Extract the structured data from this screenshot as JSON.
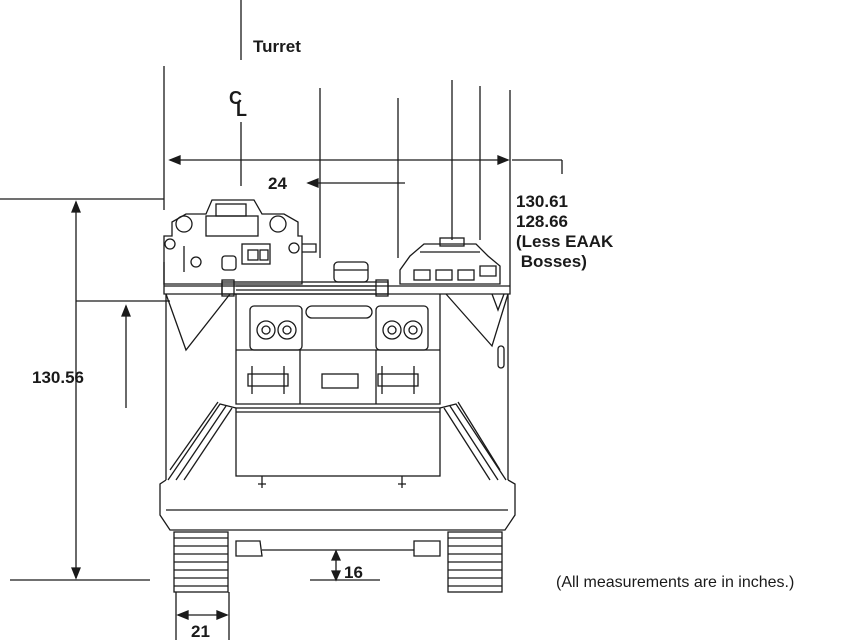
{
  "labels": {
    "turret": "Turret",
    "centerline_c": "C",
    "centerline_l": "L",
    "dim_turret_offset": "24",
    "dim_height_1": "130.61",
    "dim_height_2": "128.66",
    "dim_height_note_1": "(Less EAAK",
    "dim_height_note_2": " Bosses)",
    "dim_hull_height": "130.56",
    "dim_ground_clearance": "16",
    "dim_track_width": "21"
  },
  "footnote": "(All measurements are in inches.)",
  "colors": {
    "ink": "#1a1a1a",
    "background": "#ffffff"
  }
}
